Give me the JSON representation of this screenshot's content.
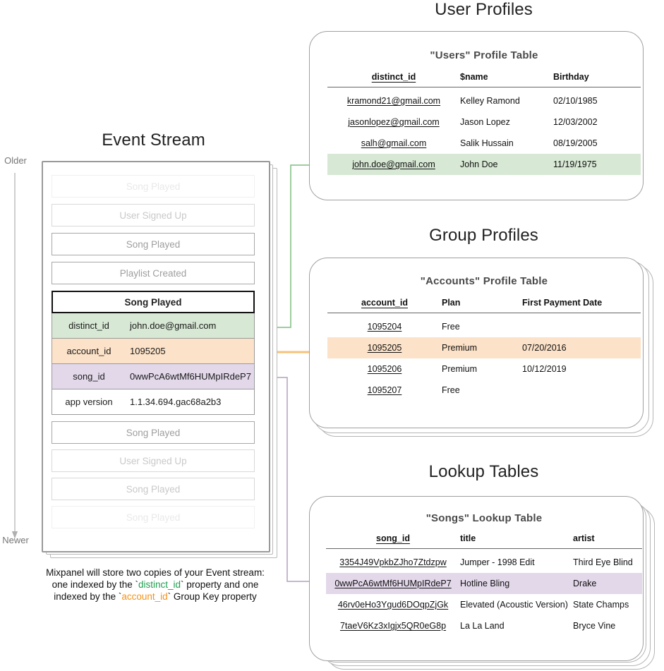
{
  "sections": {
    "event_stream": {
      "title": "Event Stream",
      "axis_older": "Older",
      "axis_newer": "Newer",
      "events_above": [
        {
          "label": "Song Played",
          "fade": "fade-1"
        },
        {
          "label": "User Signed Up",
          "fade": "fade-2"
        },
        {
          "label": "Song Played",
          "fade": "fade-3"
        },
        {
          "label": "Playlist Created",
          "fade": "fade-3"
        }
      ],
      "expanded_event": {
        "name": "Song Played",
        "properties": [
          {
            "key": "distinct_id",
            "value": "john.doe@gmail.com",
            "highlight": "green"
          },
          {
            "key": "account_id",
            "value": "1095205",
            "highlight": "orange"
          },
          {
            "key": "song_id",
            "value": "0wwPcA6wtMf6HUMpIRdeP7",
            "highlight": "purple"
          },
          {
            "key": "app version",
            "value": "1.1.34.694.gac68a2b3",
            "highlight": "none"
          }
        ]
      },
      "events_below": [
        {
          "label": "Song Played",
          "fade": "fade-3"
        },
        {
          "label": "User Signed Up",
          "fade": "fade-2"
        },
        {
          "label": "Song Played",
          "fade": "fade-2"
        },
        {
          "label": "Song Played",
          "fade": "fade-1"
        }
      ],
      "caption": {
        "line1": "Mixpanel will store two copies of your Event stream:",
        "line2_pre": "one indexed by the `",
        "line2_token": "distinct_id",
        "line2_post": "` property and one",
        "line3_pre": "indexed by the `",
        "line3_token": "account_id",
        "line3_post": "` Group Key property"
      }
    },
    "user_profiles": {
      "title": "User Profiles",
      "card_title": "\"Users\" Profile Table",
      "columns": [
        "distinct_id",
        "$name",
        "Birthday"
      ],
      "rows": [
        {
          "cells": [
            "kramond21@gmail.com",
            "Kelley Ramond",
            "02/10/1985"
          ],
          "highlight": "none"
        },
        {
          "cells": [
            "jasonlopez@gmail.com",
            "Jason Lopez",
            "12/03/2002"
          ],
          "highlight": "none"
        },
        {
          "cells": [
            "salh@gmail.com",
            "Salik Hussain",
            "08/19/2005"
          ],
          "highlight": "none"
        },
        {
          "cells": [
            "john.doe@gmail.com",
            "John Doe",
            "11/19/1975"
          ],
          "highlight": "green"
        }
      ]
    },
    "group_profiles": {
      "title": "Group Profiles",
      "card_title": "\"Accounts\" Profile Table",
      "columns": [
        "account_id",
        "Plan",
        "First Payment Date"
      ],
      "rows": [
        {
          "cells": [
            "1095204",
            "Free",
            ""
          ],
          "highlight": "none"
        },
        {
          "cells": [
            "1095205",
            "Premium",
            "07/20/2016"
          ],
          "highlight": "orange"
        },
        {
          "cells": [
            "1095206",
            "Premium",
            "10/12/2019"
          ],
          "highlight": "none"
        },
        {
          "cells": [
            "1095207",
            "Free",
            ""
          ],
          "highlight": "none"
        }
      ]
    },
    "lookup_tables": {
      "title": "Lookup Tables",
      "card_title": "\"Songs\" Lookup Table",
      "columns": [
        "song_id",
        "title",
        "artist"
      ],
      "rows": [
        {
          "cells": [
            "3354J49VpkbZJho7Ztdzpw",
            "Jumper - 1998 Edit",
            "Third Eye Blind"
          ],
          "highlight": "none"
        },
        {
          "cells": [
            "0wwPcA6wtMf6HUMpIRdeP7",
            "Hotline Bling",
            "Drake"
          ],
          "highlight": "purple"
        },
        {
          "cells": [
            "46rv0eHo3Ygud6DOqpZjGk",
            "Elevated (Acoustic Version)",
            "State Champs"
          ],
          "highlight": "none"
        },
        {
          "cells": [
            "7taeV6Kz3xIgjx5QR0eG8p",
            "La La Land",
            "Bryce Vine"
          ],
          "highlight": "none"
        }
      ]
    }
  },
  "colors": {
    "green": "#d7e8d4",
    "orange": "#fce2c8",
    "purple": "#e3d8ea",
    "green_line": "#6aaf6a",
    "orange_line": "#f0ac52",
    "purple_line": "#9c85a8",
    "axis_gray": "#a8a8a8",
    "token_green": "#1e9e4f",
    "token_orange": "#f59218"
  }
}
